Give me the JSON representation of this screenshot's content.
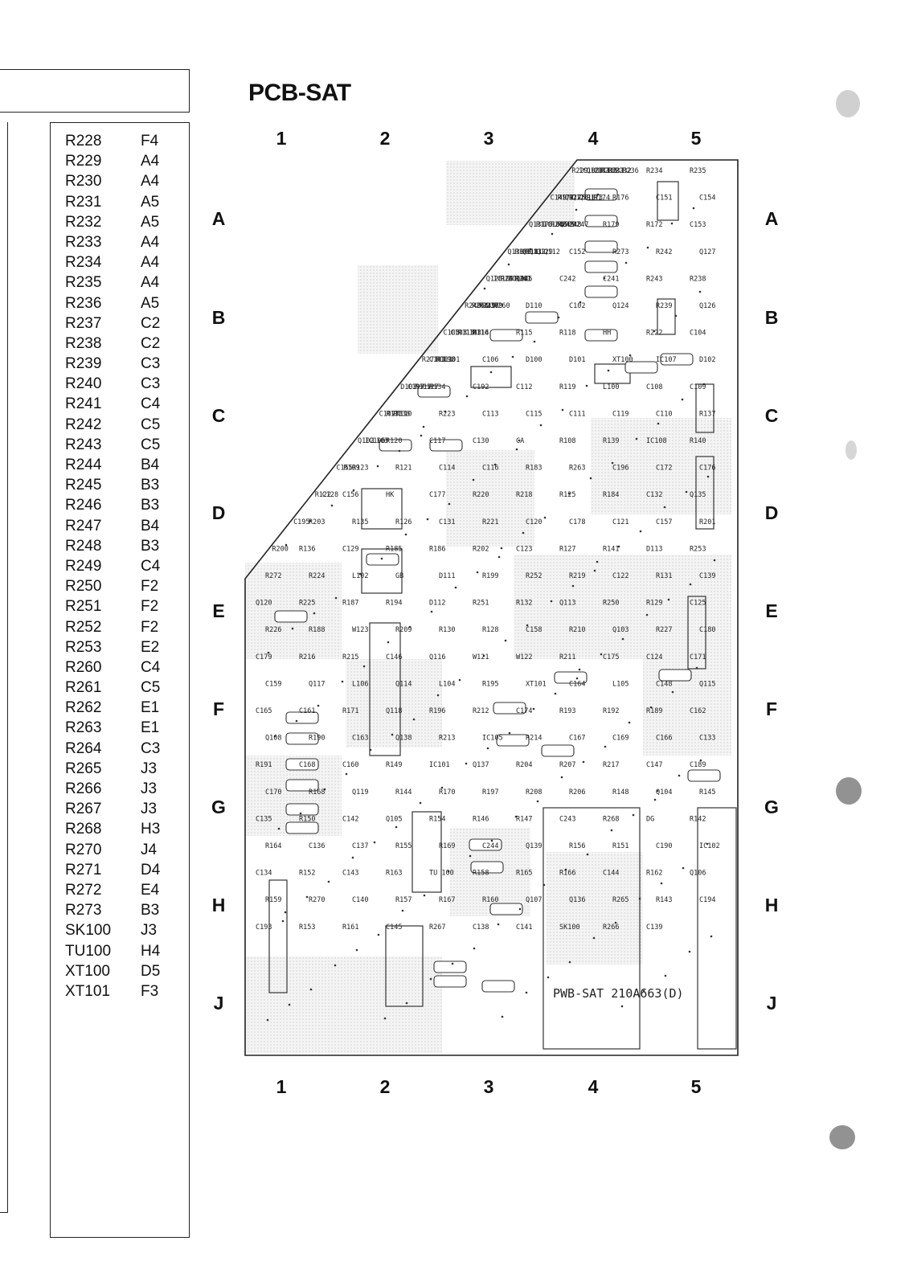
{
  "title": "PCB-SAT",
  "columns": [
    "1",
    "2",
    "3",
    "4",
    "5"
  ],
  "rows": [
    "A",
    "B",
    "C",
    "D",
    "E",
    "F",
    "G",
    "H",
    "J"
  ],
  "component_list": [
    {
      "ref": "R228",
      "loc": "F4"
    },
    {
      "ref": "R229",
      "loc": "A4"
    },
    {
      "ref": "R230",
      "loc": "A4"
    },
    {
      "ref": "R231",
      "loc": "A5"
    },
    {
      "ref": "R232",
      "loc": "A5"
    },
    {
      "ref": "R233",
      "loc": "A4"
    },
    {
      "ref": "R234",
      "loc": "A4"
    },
    {
      "ref": "R235",
      "loc": "A4"
    },
    {
      "ref": "R236",
      "loc": "A5"
    },
    {
      "ref": "R237",
      "loc": "C2"
    },
    {
      "ref": "R238",
      "loc": "C2"
    },
    {
      "ref": "R239",
      "loc": "C3"
    },
    {
      "ref": "R240",
      "loc": "C3"
    },
    {
      "ref": "R241",
      "loc": "C4"
    },
    {
      "ref": "R242",
      "loc": "C5"
    },
    {
      "ref": "R243",
      "loc": "C5"
    },
    {
      "ref": "R244",
      "loc": "B4"
    },
    {
      "ref": "R245",
      "loc": "B3"
    },
    {
      "ref": "R246",
      "loc": "B3"
    },
    {
      "ref": "R247",
      "loc": "B4"
    },
    {
      "ref": "R248",
      "loc": "B3"
    },
    {
      "ref": "R249",
      "loc": "C4"
    },
    {
      "ref": "R250",
      "loc": "F2"
    },
    {
      "ref": "R251",
      "loc": "F2"
    },
    {
      "ref": "R252",
      "loc": "F2"
    },
    {
      "ref": "R253",
      "loc": "E2"
    },
    {
      "ref": "R260",
      "loc": "C4"
    },
    {
      "ref": "R261",
      "loc": "C5"
    },
    {
      "ref": "R262",
      "loc": "E1"
    },
    {
      "ref": "R263",
      "loc": "E1"
    },
    {
      "ref": "R264",
      "loc": "C3"
    },
    {
      "ref": "R265",
      "loc": "J3"
    },
    {
      "ref": "R266",
      "loc": "J3"
    },
    {
      "ref": "R267",
      "loc": "J3"
    },
    {
      "ref": "R268",
      "loc": "H3"
    },
    {
      "ref": "R270",
      "loc": "J4"
    },
    {
      "ref": "R271",
      "loc": "D4"
    },
    {
      "ref": "R272",
      "loc": "E4"
    },
    {
      "ref": "R273",
      "loc": "B3"
    },
    {
      "ref": "SK100",
      "loc": "J3"
    },
    {
      "ref": "TU100",
      "loc": "H4"
    },
    {
      "ref": "XT100",
      "loc": "D5"
    },
    {
      "ref": "XT101",
      "loc": "F3"
    }
  ],
  "board": {
    "pwb_label": "PWB-SAT 210A663(D)",
    "components": [
      {
        "ref": "R229"
      },
      {
        "ref": "IC100"
      },
      {
        "ref": "Q121"
      },
      {
        "ref": "C181"
      },
      {
        "ref": "R233"
      },
      {
        "ref": "R231"
      },
      {
        "ref": "R232"
      },
      {
        "ref": "R236"
      },
      {
        "ref": "C182"
      },
      {
        "ref": "R234"
      },
      {
        "ref": "R235"
      },
      {
        "ref": "C149"
      },
      {
        "ref": "R177"
      },
      {
        "ref": "Q122"
      },
      {
        "ref": "Q123"
      },
      {
        "ref": "Q110"
      },
      {
        "ref": "R173"
      },
      {
        "ref": "R174"
      },
      {
        "ref": "R175"
      },
      {
        "ref": "R176"
      },
      {
        "ref": "C151"
      },
      {
        "ref": "C154"
      },
      {
        "ref": "Q131"
      },
      {
        "ref": "R178"
      },
      {
        "ref": "IC103"
      },
      {
        "ref": "R246"
      },
      {
        "ref": "R245"
      },
      {
        "ref": "R248"
      },
      {
        "ref": "R247"
      },
      {
        "ref": "Q109"
      },
      {
        "ref": "R179"
      },
      {
        "ref": "R172"
      },
      {
        "ref": "C153"
      },
      {
        "ref": "Q130"
      },
      {
        "ref": "R180"
      },
      {
        "ref": "Q111"
      },
      {
        "ref": "Q132"
      },
      {
        "ref": "Q129"
      },
      {
        "ref": "Q112"
      },
      {
        "ref": "R181"
      },
      {
        "ref": "C152"
      },
      {
        "ref": "R273"
      },
      {
        "ref": "R242"
      },
      {
        "ref": "Q127"
      },
      {
        "ref": "Q128"
      },
      {
        "ref": "IC109"
      },
      {
        "ref": "R241"
      },
      {
        "ref": "IC104"
      },
      {
        "ref": "R261"
      },
      {
        "ref": "HJ"
      },
      {
        "ref": "Q125"
      },
      {
        "ref": "C242"
      },
      {
        "ref": "C241"
      },
      {
        "ref": "R243"
      },
      {
        "ref": "R238"
      },
      {
        "ref": "R240"
      },
      {
        "ref": "R264"
      },
      {
        "ref": "R249"
      },
      {
        "ref": "D109"
      },
      {
        "ref": "R260"
      },
      {
        "ref": "R237"
      },
      {
        "ref": "D110"
      },
      {
        "ref": "C102"
      },
      {
        "ref": "Q124"
      },
      {
        "ref": "R239"
      },
      {
        "ref": "Q126"
      },
      {
        "ref": "C105"
      },
      {
        "ref": "C103"
      },
      {
        "ref": "R113"
      },
      {
        "ref": "C183"
      },
      {
        "ref": "R116"
      },
      {
        "ref": "R114"
      },
      {
        "ref": "R115"
      },
      {
        "ref": "R118"
      },
      {
        "ref": "HH"
      },
      {
        "ref": "R222"
      },
      {
        "ref": "C104"
      },
      {
        "ref": "R271"
      },
      {
        "ref": "C101"
      },
      {
        "ref": "R111"
      },
      {
        "ref": "L101"
      },
      {
        "ref": "C198"
      },
      {
        "ref": "C106"
      },
      {
        "ref": "D100"
      },
      {
        "ref": "D101"
      },
      {
        "ref": "XT100"
      },
      {
        "ref": "IC107"
      },
      {
        "ref": "D102"
      },
      {
        "ref": "D103"
      },
      {
        "ref": "C197"
      },
      {
        "ref": "R117"
      },
      {
        "ref": "C127"
      },
      {
        "ref": "R134"
      },
      {
        "ref": "C192"
      },
      {
        "ref": "C112"
      },
      {
        "ref": "R119"
      },
      {
        "ref": "L100"
      },
      {
        "ref": "C108"
      },
      {
        "ref": "C109"
      },
      {
        "ref": "C107"
      },
      {
        "ref": "R133"
      },
      {
        "ref": "R138"
      },
      {
        "ref": "R110"
      },
      {
        "ref": "R223"
      },
      {
        "ref": "C113"
      },
      {
        "ref": "C115"
      },
      {
        "ref": "C111"
      },
      {
        "ref": "C119"
      },
      {
        "ref": "C110"
      },
      {
        "ref": "R137"
      },
      {
        "ref": "Q102"
      },
      {
        "ref": "IC106"
      },
      {
        "ref": "L103"
      },
      {
        "ref": "R120"
      },
      {
        "ref": "C117"
      },
      {
        "ref": "C130"
      },
      {
        "ref": "CA"
      },
      {
        "ref": "R108"
      },
      {
        "ref": "R139"
      },
      {
        "ref": "IC108"
      },
      {
        "ref": "R140"
      },
      {
        "ref": "C155"
      },
      {
        "ref": "R109"
      },
      {
        "ref": "R123"
      },
      {
        "ref": "R121"
      },
      {
        "ref": "C114"
      },
      {
        "ref": "C116"
      },
      {
        "ref": "R183"
      },
      {
        "ref": "R263"
      },
      {
        "ref": "C196"
      },
      {
        "ref": "C172"
      },
      {
        "ref": "C176"
      },
      {
        "ref": "R122"
      },
      {
        "ref": "C128"
      },
      {
        "ref": "C156"
      },
      {
        "ref": "HK"
      },
      {
        "ref": "C177"
      },
      {
        "ref": "R220"
      },
      {
        "ref": "R218"
      },
      {
        "ref": "R125"
      },
      {
        "ref": "R184"
      },
      {
        "ref": "C132"
      },
      {
        "ref": "Q135"
      },
      {
        "ref": "C195"
      },
      {
        "ref": "R203"
      },
      {
        "ref": "R135"
      },
      {
        "ref": "R126"
      },
      {
        "ref": "C131"
      },
      {
        "ref": "R221"
      },
      {
        "ref": "C120"
      },
      {
        "ref": "C178"
      },
      {
        "ref": "C121"
      },
      {
        "ref": "C157"
      },
      {
        "ref": "R201"
      },
      {
        "ref": "R200"
      },
      {
        "ref": "R136"
      },
      {
        "ref": "C129"
      },
      {
        "ref": "R185"
      },
      {
        "ref": "R186"
      },
      {
        "ref": "R202"
      },
      {
        "ref": "C123"
      },
      {
        "ref": "R127"
      },
      {
        "ref": "R141"
      },
      {
        "ref": "D113"
      },
      {
        "ref": "R253"
      },
      {
        "ref": "R272"
      },
      {
        "ref": "R224"
      },
      {
        "ref": "L102"
      },
      {
        "ref": "GB"
      },
      {
        "ref": "D111"
      },
      {
        "ref": "R199"
      },
      {
        "ref": "R252"
      },
      {
        "ref": "R219"
      },
      {
        "ref": "C122"
      },
      {
        "ref": "R131"
      },
      {
        "ref": "C139"
      },
      {
        "ref": "Q120"
      },
      {
        "ref": "R225"
      },
      {
        "ref": "R187"
      },
      {
        "ref": "R194"
      },
      {
        "ref": "D112"
      },
      {
        "ref": "R251"
      },
      {
        "ref": "R132"
      },
      {
        "ref": "Q113"
      },
      {
        "ref": "R250"
      },
      {
        "ref": "R129"
      },
      {
        "ref": "C125"
      },
      {
        "ref": "R226"
      },
      {
        "ref": "R188"
      },
      {
        "ref": "W123"
      },
      {
        "ref": "R209"
      },
      {
        "ref": "R130"
      },
      {
        "ref": "R128"
      },
      {
        "ref": "C158"
      },
      {
        "ref": "R210"
      },
      {
        "ref": "Q103"
      },
      {
        "ref": "R227"
      },
      {
        "ref": "C180"
      },
      {
        "ref": "C179"
      },
      {
        "ref": "R216"
      },
      {
        "ref": "R215"
      },
      {
        "ref": "C146"
      },
      {
        "ref": "Q116"
      },
      {
        "ref": "W121"
      },
      {
        "ref": "W122"
      },
      {
        "ref": "R211"
      },
      {
        "ref": "C175"
      },
      {
        "ref": "C124"
      },
      {
        "ref": "C171"
      },
      {
        "ref": "C159"
      },
      {
        "ref": "Q117"
      },
      {
        "ref": "L106"
      },
      {
        "ref": "Q114"
      },
      {
        "ref": "L104"
      },
      {
        "ref": "R195"
      },
      {
        "ref": "XT101"
      },
      {
        "ref": "C164"
      },
      {
        "ref": "L105"
      },
      {
        "ref": "C148"
      },
      {
        "ref": "Q115"
      },
      {
        "ref": "C165"
      },
      {
        "ref": "C161"
      },
      {
        "ref": "R171"
      },
      {
        "ref": "Q118"
      },
      {
        "ref": "R196"
      },
      {
        "ref": "R212"
      },
      {
        "ref": "C174"
      },
      {
        "ref": "R193"
      },
      {
        "ref": "R192"
      },
      {
        "ref": "R189"
      },
      {
        "ref": "C162"
      },
      {
        "ref": "Q108"
      },
      {
        "ref": "R190"
      },
      {
        "ref": "C163"
      },
      {
        "ref": "Q138"
      },
      {
        "ref": "R213"
      },
      {
        "ref": "IC105"
      },
      {
        "ref": "R214"
      },
      {
        "ref": "C167"
      },
      {
        "ref": "C169"
      },
      {
        "ref": "C166"
      },
      {
        "ref": "C133"
      },
      {
        "ref": "R191"
      },
      {
        "ref": "C168"
      },
      {
        "ref": "C160"
      },
      {
        "ref": "R149"
      },
      {
        "ref": "IC101"
      },
      {
        "ref": "Q137"
      },
      {
        "ref": "R204"
      },
      {
        "ref": "R207"
      },
      {
        "ref": "R217"
      },
      {
        "ref": "C147"
      },
      {
        "ref": "C189"
      },
      {
        "ref": "C170"
      },
      {
        "ref": "R168"
      },
      {
        "ref": "Q119"
      },
      {
        "ref": "R144"
      },
      {
        "ref": "R170"
      },
      {
        "ref": "R197"
      },
      {
        "ref": "R208"
      },
      {
        "ref": "R206"
      },
      {
        "ref": "R148"
      },
      {
        "ref": "Q104"
      },
      {
        "ref": "R145"
      },
      {
        "ref": "C135"
      },
      {
        "ref": "R150"
      },
      {
        "ref": "C142"
      },
      {
        "ref": "Q105"
      },
      {
        "ref": "R154"
      },
      {
        "ref": "R146"
      },
      {
        "ref": "R147"
      },
      {
        "ref": "C243"
      },
      {
        "ref": "R268"
      },
      {
        "ref": "DG"
      },
      {
        "ref": "R142"
      },
      {
        "ref": "R164"
      },
      {
        "ref": "C136"
      },
      {
        "ref": "C137"
      },
      {
        "ref": "R155"
      },
      {
        "ref": "R169"
      },
      {
        "ref": "C244"
      },
      {
        "ref": "Q139"
      },
      {
        "ref": "R156"
      },
      {
        "ref": "R151"
      },
      {
        "ref": "C190"
      },
      {
        "ref": "IC102"
      },
      {
        "ref": "C134"
      },
      {
        "ref": "R152"
      },
      {
        "ref": "C143"
      },
      {
        "ref": "R163"
      },
      {
        "ref": "TU 100"
      },
      {
        "ref": "R158"
      },
      {
        "ref": "R165"
      },
      {
        "ref": "R166"
      },
      {
        "ref": "C144"
      },
      {
        "ref": "R162"
      },
      {
        "ref": "Q106"
      },
      {
        "ref": "R159"
      },
      {
        "ref": "R270"
      },
      {
        "ref": "C140"
      },
      {
        "ref": "R157"
      },
      {
        "ref": "R167"
      },
      {
        "ref": "R160"
      },
      {
        "ref": "Q107"
      },
      {
        "ref": "Q136"
      },
      {
        "ref": "R265"
      },
      {
        "ref": "R143"
      },
      {
        "ref": "C194"
      },
      {
        "ref": "C193"
      },
      {
        "ref": "R153"
      },
      {
        "ref": "R161"
      },
      {
        "ref": "C145"
      },
      {
        "ref": "R267"
      },
      {
        "ref": "C138"
      },
      {
        "ref": "C141"
      },
      {
        "ref": "SK100"
      },
      {
        "ref": "R266"
      },
      {
        "ref": "C139"
      }
    ]
  }
}
